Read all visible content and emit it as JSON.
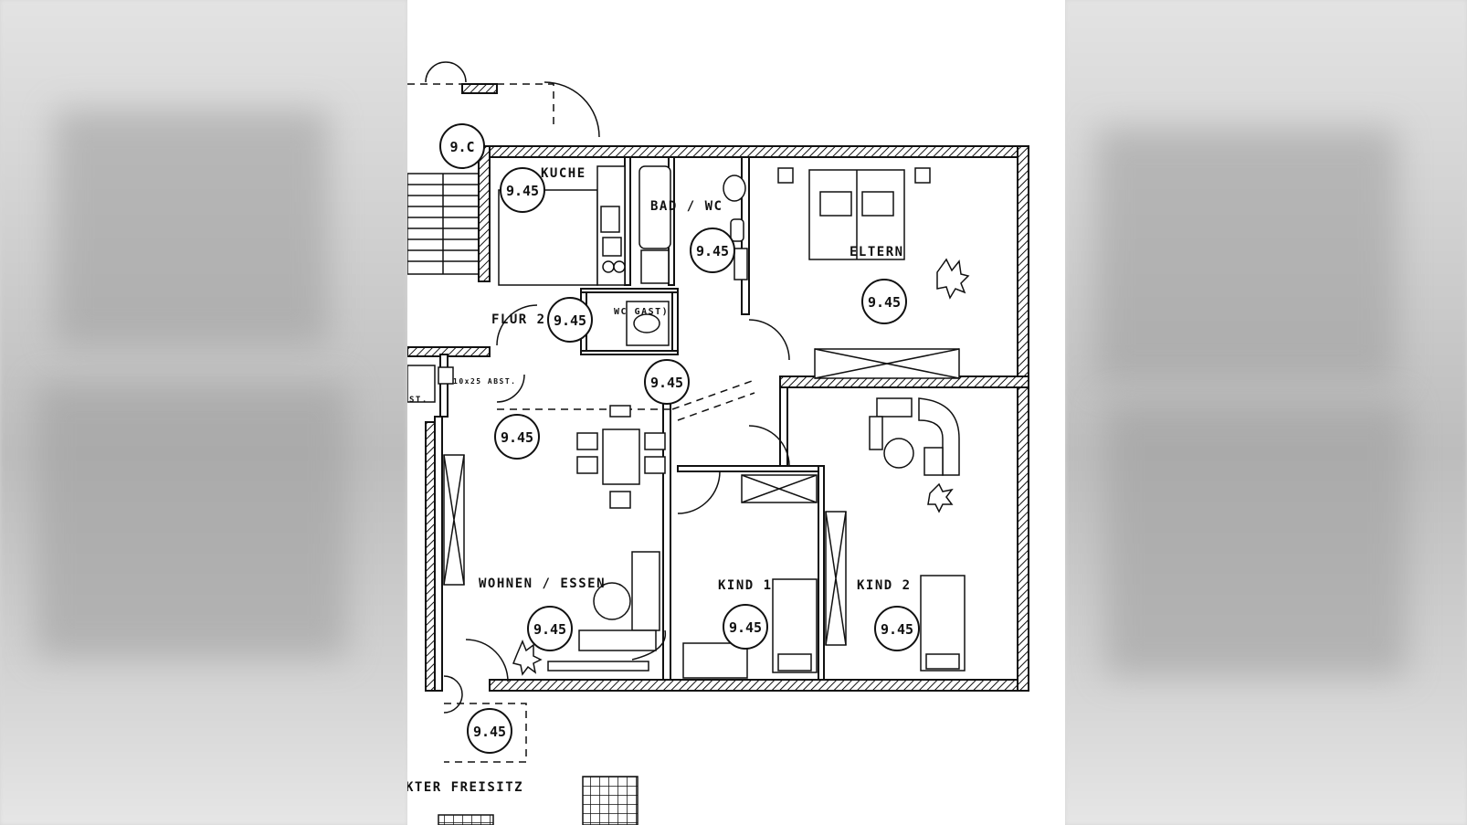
{
  "plan": {
    "rooms": {
      "kueche": "KUCHE",
      "bad_wc": "BAD / WC",
      "eltern": "ELTERN",
      "flur": "FLUR 2",
      "wc_gast": "WC GAST)",
      "abst": "10x25 ABST.",
      "abst_small": "ST.",
      "wohnen": "WOHNEN / ESSEN",
      "kind1": "KIND 1",
      "kind2": "KIND 2",
      "freisitz": "KTER FREISITZ"
    },
    "markers": {
      "stair": "9.C",
      "kueche": "9.45",
      "bad": "9.45",
      "eltern": "9.45",
      "flur": "9.45",
      "wc": "9.45",
      "wohnen_top": "9.45",
      "wohnen": "9.45",
      "kind1": "9.45",
      "kind2": "9.45",
      "freisitz": "9.45"
    }
  }
}
